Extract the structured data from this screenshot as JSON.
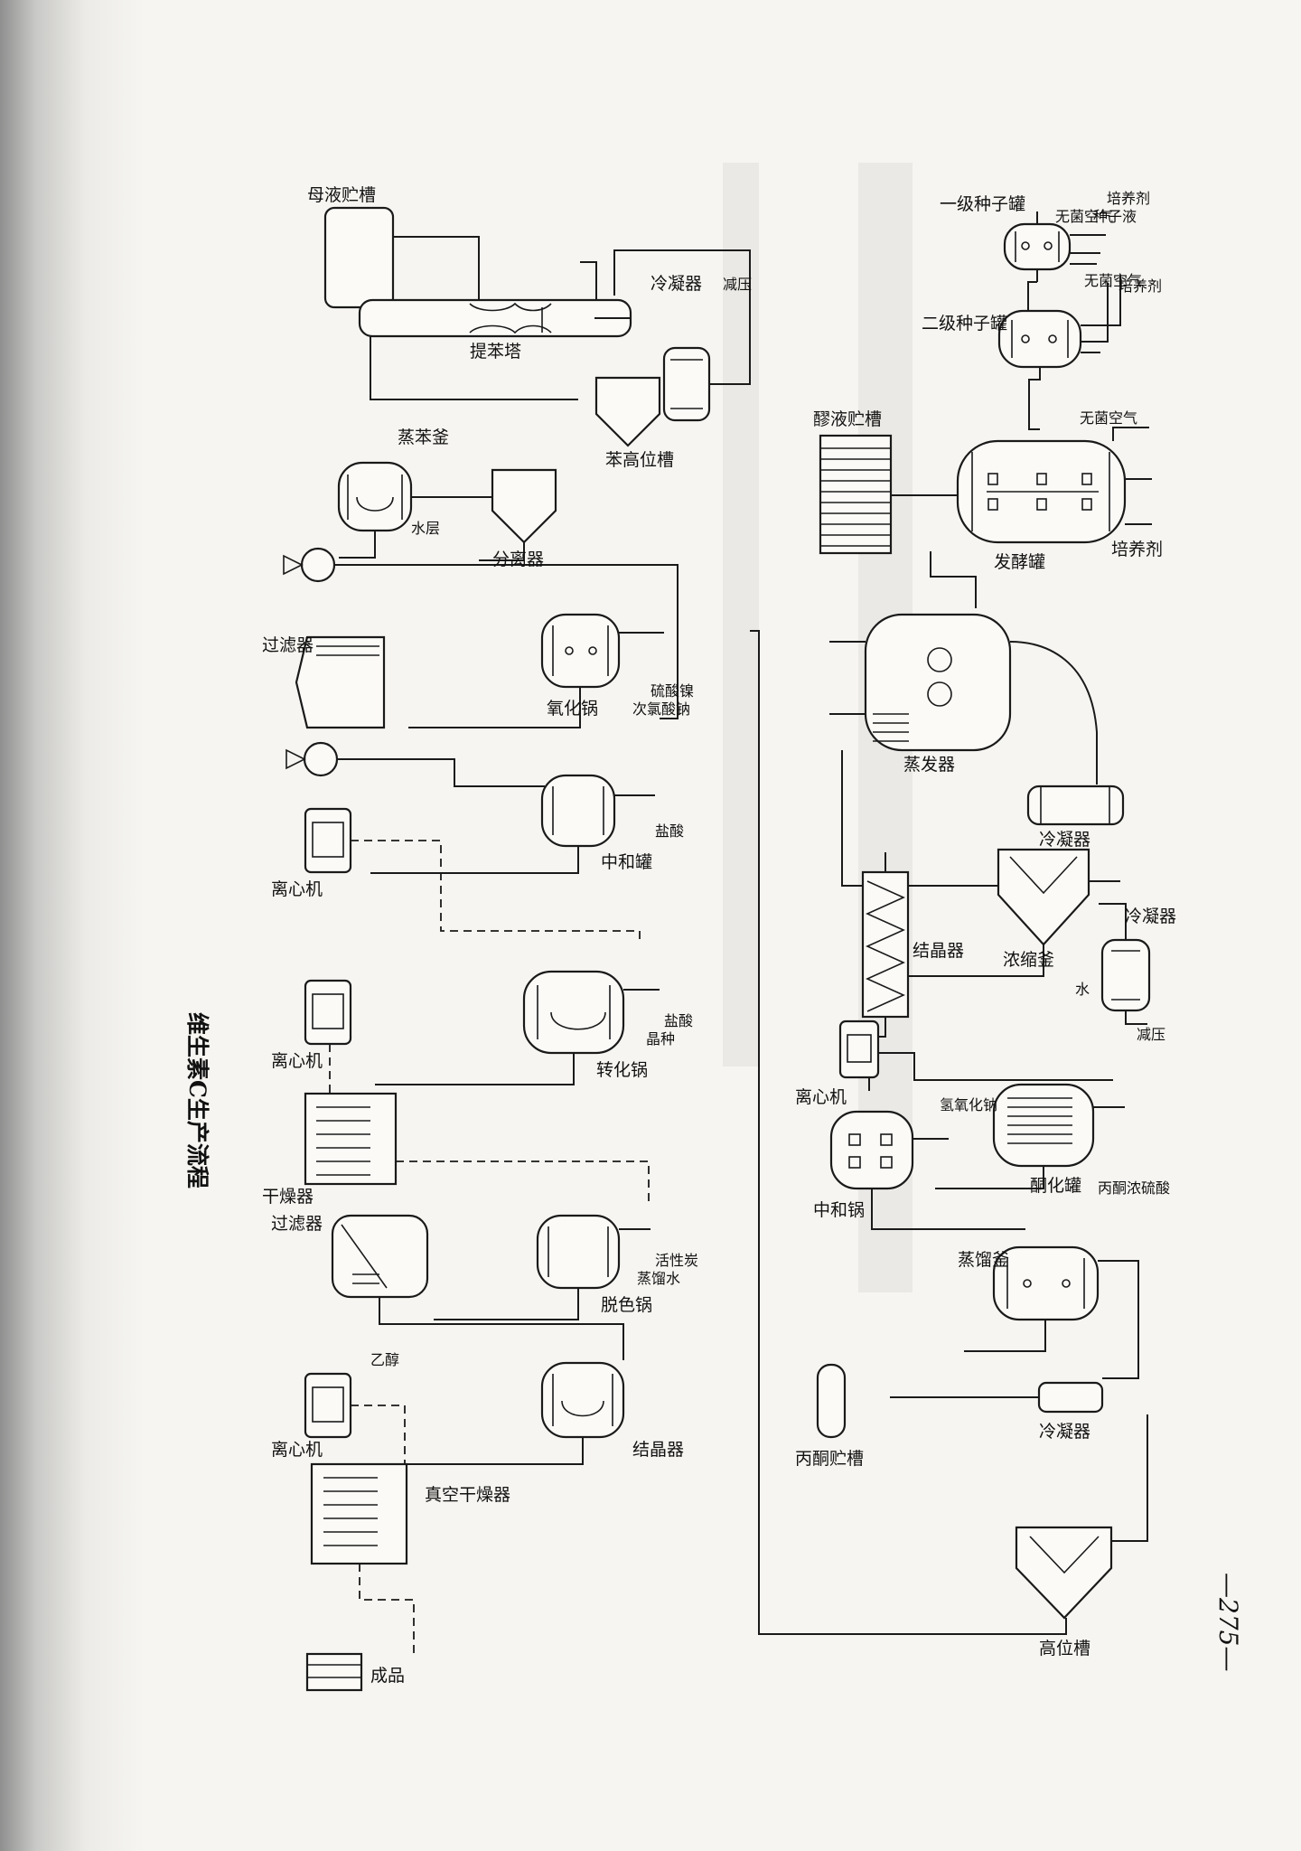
{
  "page_number": "—275—",
  "title": "维生素C生产流程",
  "labels": {
    "fz1": "培养剂",
    "fz2": "种子液",
    "fz3": "无菌空气",
    "fz4": "一级种子罐",
    "fz5": "培养剂",
    "fz6": "无菌空气",
    "fz7": "二级种子罐",
    "fz8": "无菌空气",
    "fz9": "发酵罐",
    "fz10": "培养剂",
    "fz11": "醪液贮槽",
    "fz12": "蒸发器",
    "fz13": "冷凝器",
    "fz14": "冷凝器",
    "fz15": "减压",
    "fz16": "水",
    "fz17": "浓缩釜",
    "fz18": "结晶器",
    "fz19": "离心机",
    "fz20": "丙酮浓硫酸",
    "fz21": "酮化罐",
    "fz22": "氢氧化钠",
    "fz23": "中和锅",
    "fz24": "蒸馏釜",
    "fz25": "冷凝器",
    "fz26": "丙酮贮槽",
    "fz27": "高位槽",
    "fz28": "母液贮槽",
    "fz29": "提苯塔",
    "fz30": "冷凝器",
    "fz31": "减压",
    "fz32": "苯高位槽",
    "fz33": "蒸苯釜",
    "fz34": "分离器",
    "fz35": "水层",
    "fz36": "硫酸镍",
    "fz37": "次氯酸钠",
    "fz38": "氧化锅",
    "fz39": "过滤器",
    "fz40": "盐酸",
    "fz41": "中和罐",
    "fz42": "离心机",
    "fz43": "盐酸",
    "fz44": "晶种",
    "fz45": "转化锅",
    "fz46": "离心机",
    "fz47": "干燥器",
    "fz48": "活性炭",
    "fz49": "蒸馏水",
    "fz50": "脱色锅",
    "fz51": "过滤器",
    "fz52": "结晶器",
    "fz53": "乙醇",
    "fz54": "离心机",
    "fz55": "真空干燥器",
    "fz56": "成品"
  }
}
